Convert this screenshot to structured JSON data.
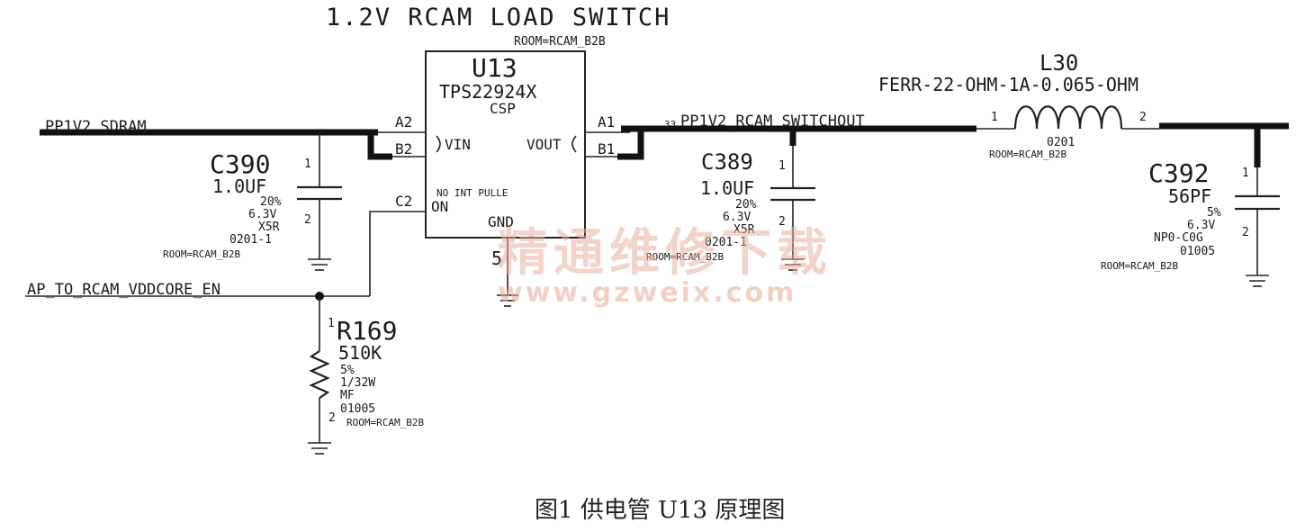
{
  "title": "1.2V RCAM LOAD SWITCH",
  "caption": "图1 供电管 U13 原理图",
  "watermark": {
    "text": "精通维修下载",
    "url": "www.gzweix.com"
  },
  "u13": {
    "room": "ROOM=RCAM_B2B",
    "ref": "U13",
    "part": "TPS22924X",
    "package": "CSP",
    "pin_a2": "A2",
    "pin_b2": "B2",
    "pin_c2": "C2",
    "pin_a1": "A1",
    "pin_b1": "B1",
    "vin": "VIN",
    "vout": "VOUT",
    "on": "ON",
    "gnd": "GND",
    "note": "NO INT PULLE",
    "gnd_pin": "5"
  },
  "nets": {
    "in": "PP1V2_SDRAM",
    "out": "PP1V2_RCAM_SWITCHOUT",
    "out_prefix": "33",
    "enable": "AP_TO_RCAM_VDDCORE_EN"
  },
  "c390": {
    "ref": "C390",
    "value": "1.0UF",
    "tol": "20%",
    "volt": "6.3V",
    "diel": "X5R",
    "pkg": "0201-1",
    "room": "ROOM=RCAM_B2B",
    "pin1": "1",
    "pin2": "2"
  },
  "c389": {
    "ref": "C389",
    "value": "1.0UF",
    "tol": "20%",
    "volt": "6.3V",
    "diel": "X5R",
    "pkg": "0201-1",
    "room": "ROOM=RCAM_B2B",
    "pin1": "1",
    "pin2": "2"
  },
  "l30": {
    "ref": "L30",
    "value": "FERR-22-OHM-1A-0.065-OHM",
    "pkg": "0201",
    "room": "ROOM=RCAM_B2B",
    "pin1": "1",
    "pin2": "2"
  },
  "c392": {
    "ref": "C392",
    "value": "56PF",
    "tol": "5%",
    "volt": "6.3V",
    "diel": "NP0-C0G",
    "pkg": "01005",
    "room": "ROOM=RCAM_B2B",
    "pin1": "1",
    "pin2": "2"
  },
  "r169": {
    "ref": "R169",
    "value": "510K",
    "tol": "5%",
    "power": "1/32W",
    "type": "MF",
    "pkg": "01005",
    "room": "ROOM=RCAM_B2B",
    "pin1": "1",
    "pin2": "2"
  }
}
